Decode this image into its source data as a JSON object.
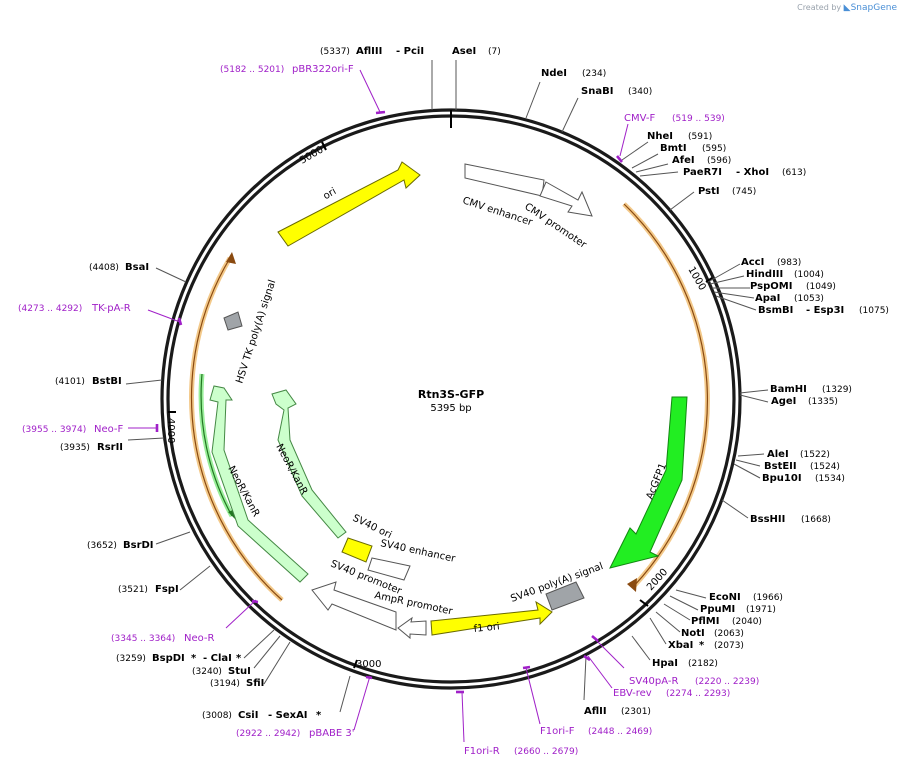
{
  "credit": {
    "created_by": "Created by",
    "brand": "SnapGene"
  },
  "plasmid": {
    "name": "Rtn3S-GFP",
    "length": "5395 bp"
  },
  "ticks": {
    "t1000": "1000",
    "t2000": "2000",
    "t3000": "3000",
    "t4000": "4000",
    "t5000": "5000"
  },
  "features": {
    "ori": "ori",
    "cmv_enhancer": "CMV enhancer",
    "cmv_promoter": "CMV promoter",
    "acgfp1": "AcGFP1",
    "sv40_polya": "SV40 poly(A) signal",
    "f1_ori": "f1 ori",
    "ampr_promoter": "AmpR promoter",
    "sv40_promoter": "SV40 promoter",
    "sv40_enhancer": "SV40 enhancer",
    "sv40_ori": "SV40 ori",
    "neor_inner": "NeoR/KanR",
    "neor_outer": "NeoR/KanR",
    "hsv_tk": "HSV TK poly(A) signal"
  },
  "sites": {
    "afliii_top": {
      "pos": "(5337)",
      "name": "AflIII",
      "extra": "- PciI"
    },
    "asei": {
      "name": "AseI",
      "pos": "(7)"
    },
    "ndei": {
      "name": "NdeI",
      "pos": "(234)"
    },
    "snabi": {
      "name": "SnaBI",
      "pos": "(340)"
    },
    "nhei": {
      "name": "NheI",
      "pos": "(591)"
    },
    "bmti": {
      "name": "BmtI",
      "pos": "(595)"
    },
    "afei": {
      "name": "AfeI",
      "pos": "(596)"
    },
    "paer7i": {
      "name": "PaeR7I",
      "extra": "- XhoI",
      "pos": "(613)"
    },
    "psti": {
      "name": "PstI",
      "pos": "(745)"
    },
    "acci": {
      "name": "AccI",
      "pos": "(983)"
    },
    "hindiii": {
      "name": "HindIII",
      "pos": "(1004)"
    },
    "pspomi": {
      "name": "PspOMI",
      "pos": "(1049)"
    },
    "apai": {
      "name": "ApaI",
      "pos": "(1053)"
    },
    "bsmbi": {
      "name": "BsmBI",
      "extra": "- Esp3I",
      "pos": "(1075)"
    },
    "bamhi": {
      "name": "BamHI",
      "pos": "(1329)"
    },
    "agei": {
      "name": "AgeI",
      "pos": "(1335)"
    },
    "alei": {
      "name": "AleI",
      "pos": "(1522)"
    },
    "bsteii": {
      "name": "BstEII",
      "pos": "(1524)"
    },
    "bpu10i": {
      "name": "Bpu10I",
      "pos": "(1534)"
    },
    "bsshii": {
      "name": "BssHII",
      "pos": "(1668)"
    },
    "econi": {
      "name": "EcoNI",
      "pos": "(1966)"
    },
    "ppumi": {
      "name": "PpuMI",
      "pos": "(1971)"
    },
    "pflmi": {
      "name": "PflMI",
      "pos": "(2040)"
    },
    "noti": {
      "name": "NotI",
      "pos": "(2063)"
    },
    "xbai": {
      "name": "XbaI",
      "star": "*",
      "pos": "(2073)"
    },
    "hpai": {
      "name": "HpaI",
      "pos": "(2182)"
    },
    "aflii": {
      "name": "AflII",
      "pos": "(2301)"
    },
    "csii": {
      "pos": "(3008)",
      "name": "CsiI",
      "extra": "- SexAI",
      "star": "*"
    },
    "sfii": {
      "pos": "(3194)",
      "name": "SfiI"
    },
    "stui": {
      "pos": "(3240)",
      "name": "StuI"
    },
    "bspdi": {
      "pos": "(3259)",
      "name": "BspDI",
      "star": "*",
      "extra": "- ClaI",
      "star2": "*"
    },
    "fspi": {
      "pos": "(3521)",
      "name": "FspI"
    },
    "bsrdi": {
      "pos": "(3652)",
      "name": "BsrDI"
    },
    "rsrii": {
      "pos": "(3935)",
      "name": "RsrII"
    },
    "bstbi": {
      "pos": "(4101)",
      "name": "BstBI"
    },
    "bsai": {
      "pos": "(4408)",
      "name": "BsaI"
    }
  },
  "primers": {
    "pbr322ori_f": {
      "range": "(5182 .. 5201)",
      "name": "pBR322ori-F"
    },
    "cmv_f": {
      "name": "CMV-F",
      "range": "(519 .. 539)"
    },
    "sv40pa_r": {
      "name": "SV40pA-R",
      "range": "(2220 .. 2239)"
    },
    "ebv_rev": {
      "name": "EBV-rev",
      "range": "(2274 .. 2293)"
    },
    "f1ori_f": {
      "name": "F1ori-F",
      "range": "(2448 .. 2469)"
    },
    "f1ori_r": {
      "name": "F1ori-R",
      "range": "(2660 .. 2679)"
    },
    "pbabe3": {
      "range": "(2922 .. 2942)",
      "name": "pBABE 3'"
    },
    "neo_r": {
      "range": "(3345 .. 3364)",
      "name": "Neo-R"
    },
    "neo_f": {
      "range": "(3955 .. 3974)",
      "name": "Neo-F"
    },
    "tk_pa_r": {
      "range": "(4273 .. 4292)",
      "name": "TK-pA-R"
    }
  },
  "colors": {
    "backbone": "#1a1a1a",
    "primer": "#a020c8",
    "ori": "#ffff00",
    "gfp": "#22ee22",
    "neo": "#ccffcc",
    "polyA": "#a0a4a8",
    "orf": "#f3c98a"
  }
}
